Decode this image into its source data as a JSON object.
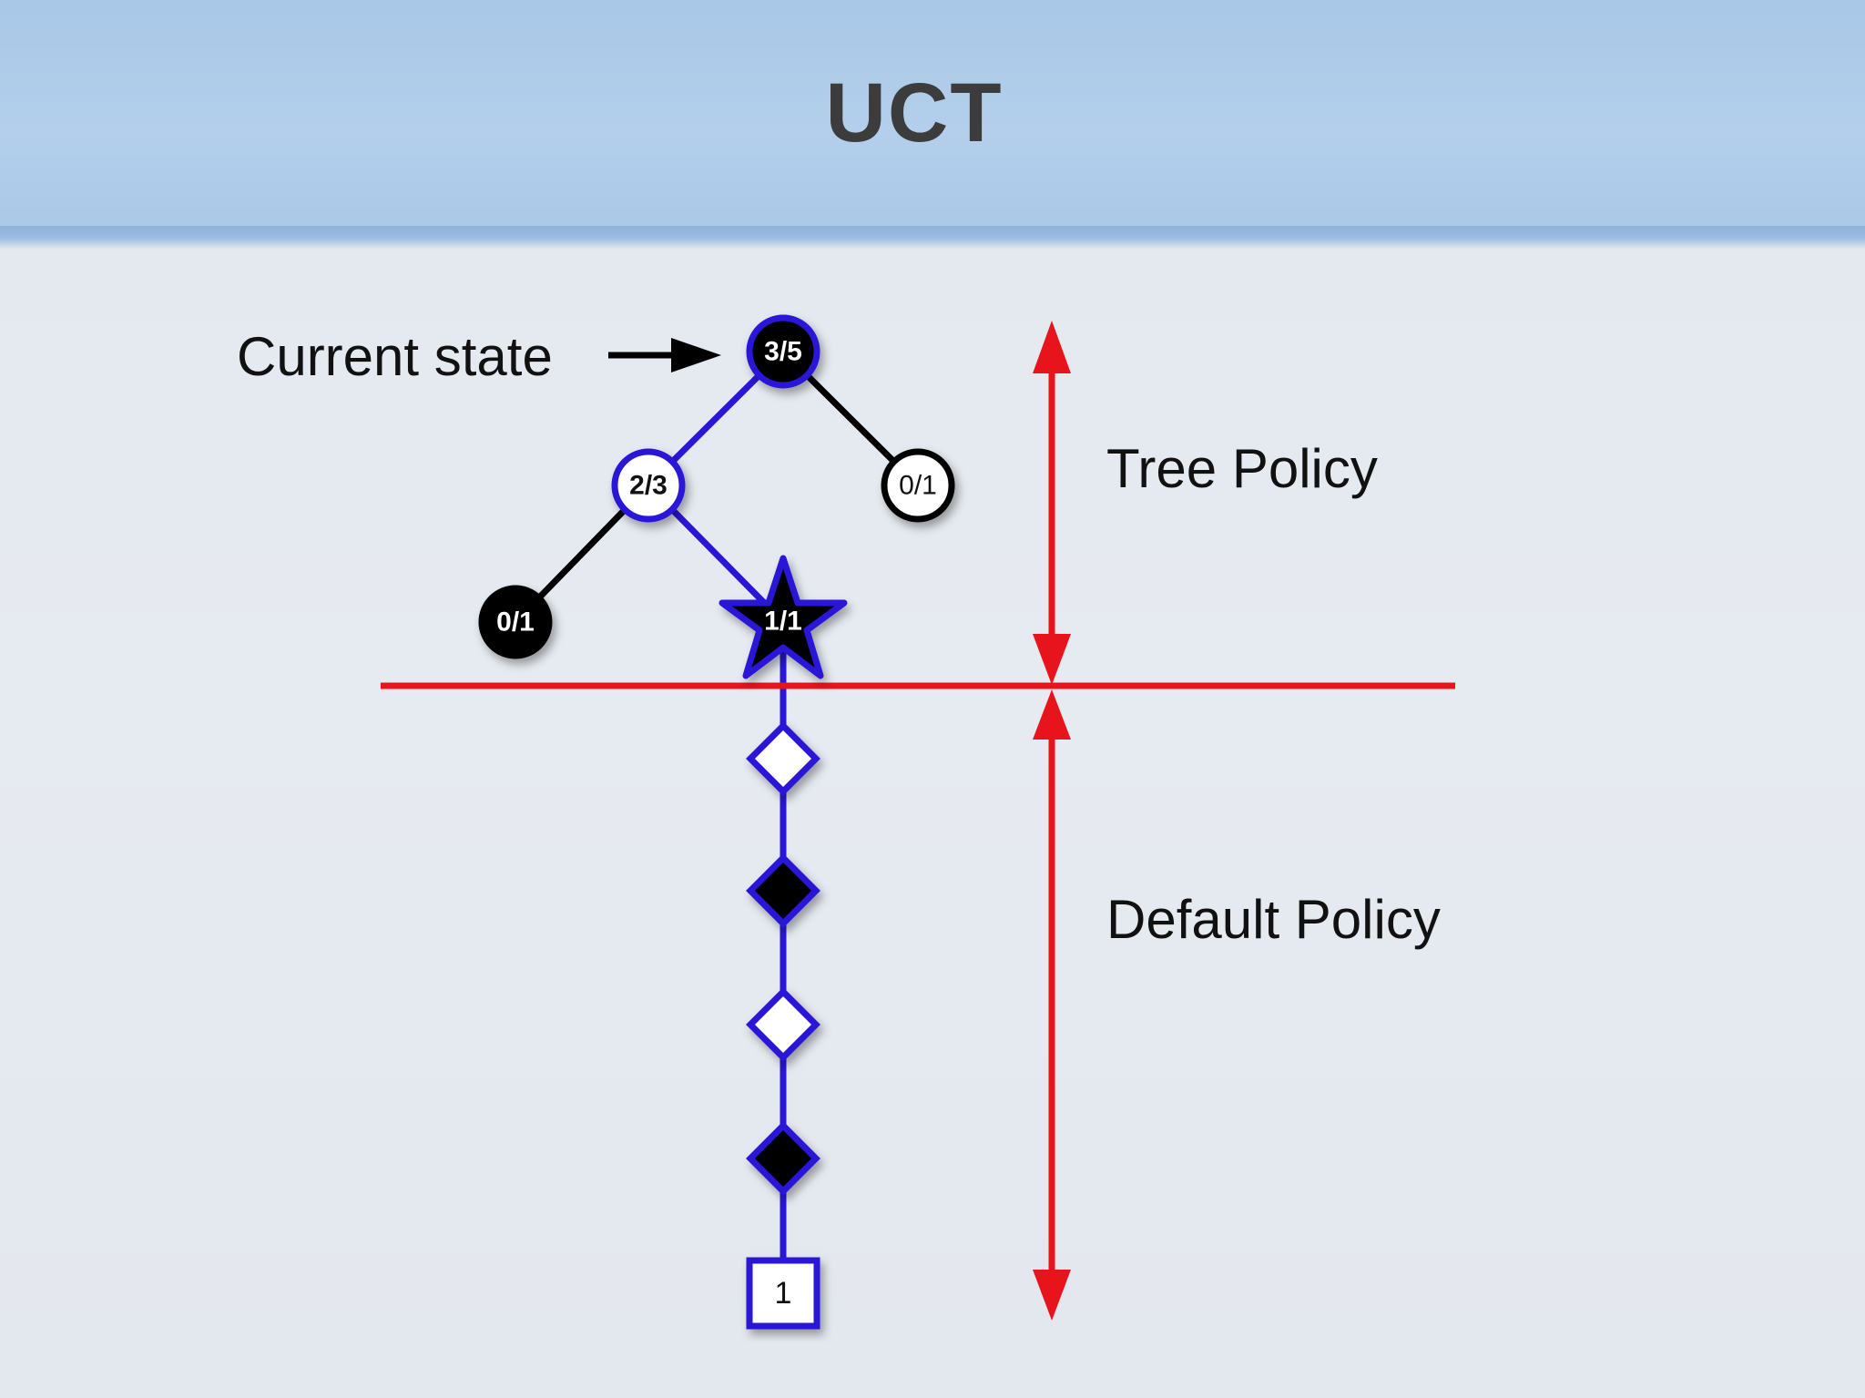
{
  "title": "UCT",
  "current_state_label": "Current state",
  "tree_policy_label": "Tree Policy",
  "default_policy_label": "Default Policy",
  "nodes": {
    "root": "3/5",
    "left": "2/3",
    "right": "0/1",
    "left_left": "0/1",
    "star": "1/1",
    "terminal": "1"
  },
  "colors": {
    "header": "#b3cfeb",
    "path": "#2a16d6",
    "policy_divider": "#e8141b",
    "node_black": "#000000",
    "node_white": "#ffffff"
  }
}
